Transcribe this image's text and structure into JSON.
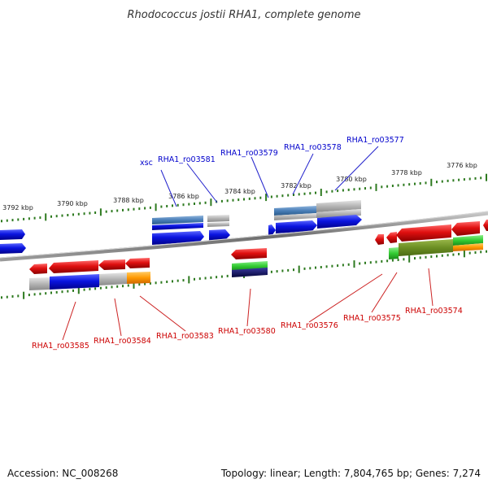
{
  "title": "Rhodococcus jostii RHA1, complete genome",
  "footer": {
    "accession": "Accession: NC_008268",
    "stats": "Topology: linear; Length: 7,804,765 bp; Genes: 7,274"
  },
  "colors": {
    "forward_label": "#0000cc",
    "reverse_label": "#cc0000",
    "tick": "#2d7a1f",
    "backbone": "#7a7a7a",
    "gene_blue": "#0a14e0",
    "gene_red": "#e01010",
    "gene_gray": "#b4b4b4",
    "gene_steel": "#4a7fb8",
    "gene_orange": "#ff9900",
    "gene_green": "#33cc33",
    "gene_olive": "#6b8e23",
    "gene_navy": "#0a0a60"
  },
  "kbp_labels": [
    "3792 kbp",
    "3790 kbp",
    "3788 kbp",
    "3786 kbp",
    "3784 kbp",
    "3782 kbp",
    "3780 kbp",
    "3778 kbp",
    "3776 kbp"
  ],
  "forward_genes": [
    "xsc",
    "RHA1_ro03581",
    "RHA1_ro03579",
    "RHA1_ro03578",
    "RHA1_ro03577"
  ],
  "reverse_genes": [
    "RHA1_ro03585",
    "RHA1_ro03584",
    "RHA1_ro03583",
    "RHA1_ro03580",
    "RHA1_ro03576",
    "RHA1_ro03575",
    "RHA1_ro03574"
  ]
}
